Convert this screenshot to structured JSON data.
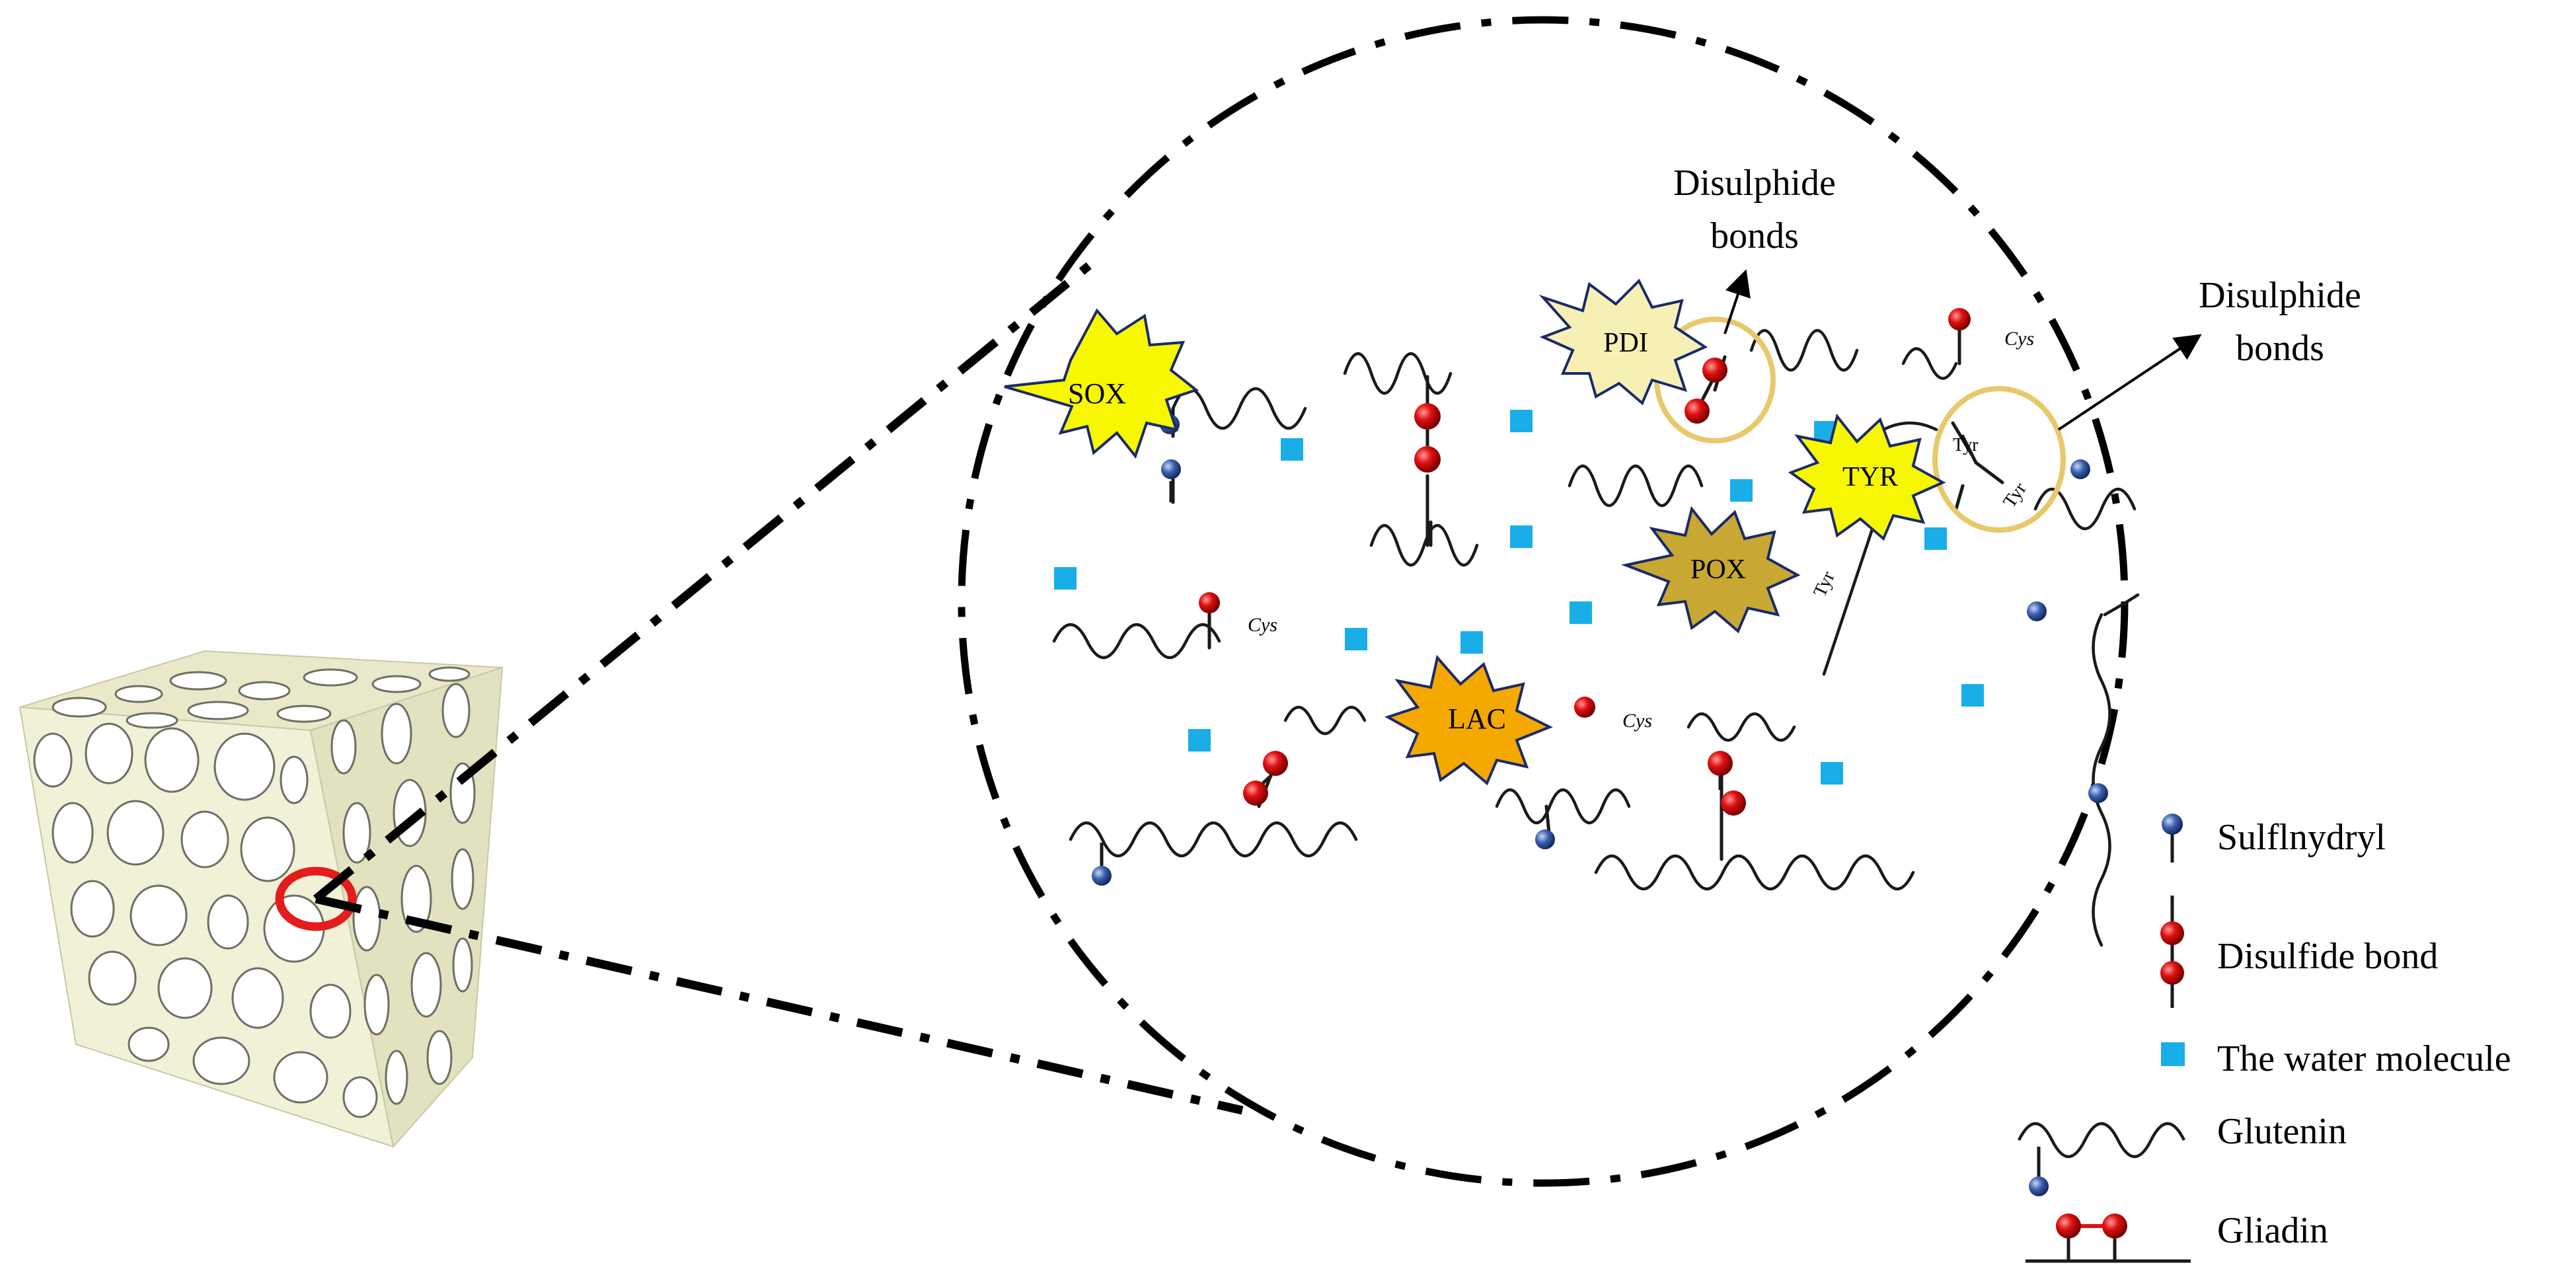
{
  "enzymes": {
    "sox": "SOX",
    "pdi": "PDI",
    "tyr": "TYR",
    "pox": "POX",
    "lac": "LAC"
  },
  "colors": {
    "enzyme_yellow": "#f7f700",
    "enzyme_pale": "#f7f0b5",
    "enzyme_olive": "#c8a832",
    "enzyme_orange": "#f5a800",
    "disulfide_red": "#e01010",
    "sulfhydryl_blue": "#3a5fb0",
    "water_blue": "#19aee8",
    "highlight_ring": "#e8c86a",
    "zoom_ring": "#e51c1c",
    "cube_fill": "#f1f1d8"
  },
  "callouts": {
    "disulphide_1_line1": "Disulphide",
    "disulphide_1_line2": "bonds",
    "disulphide_2_line1": "Disulphide",
    "disulphide_2_line2": "bonds"
  },
  "residues": {
    "cys": "Cys",
    "tyr": "Tyr"
  },
  "legend": {
    "sulfhydryl": "Sulflnydryl",
    "disulfide": "Disulfide bond",
    "water": "The water molecule",
    "glutenin": "Glutenin",
    "gliadin": "Gliadin"
  }
}
